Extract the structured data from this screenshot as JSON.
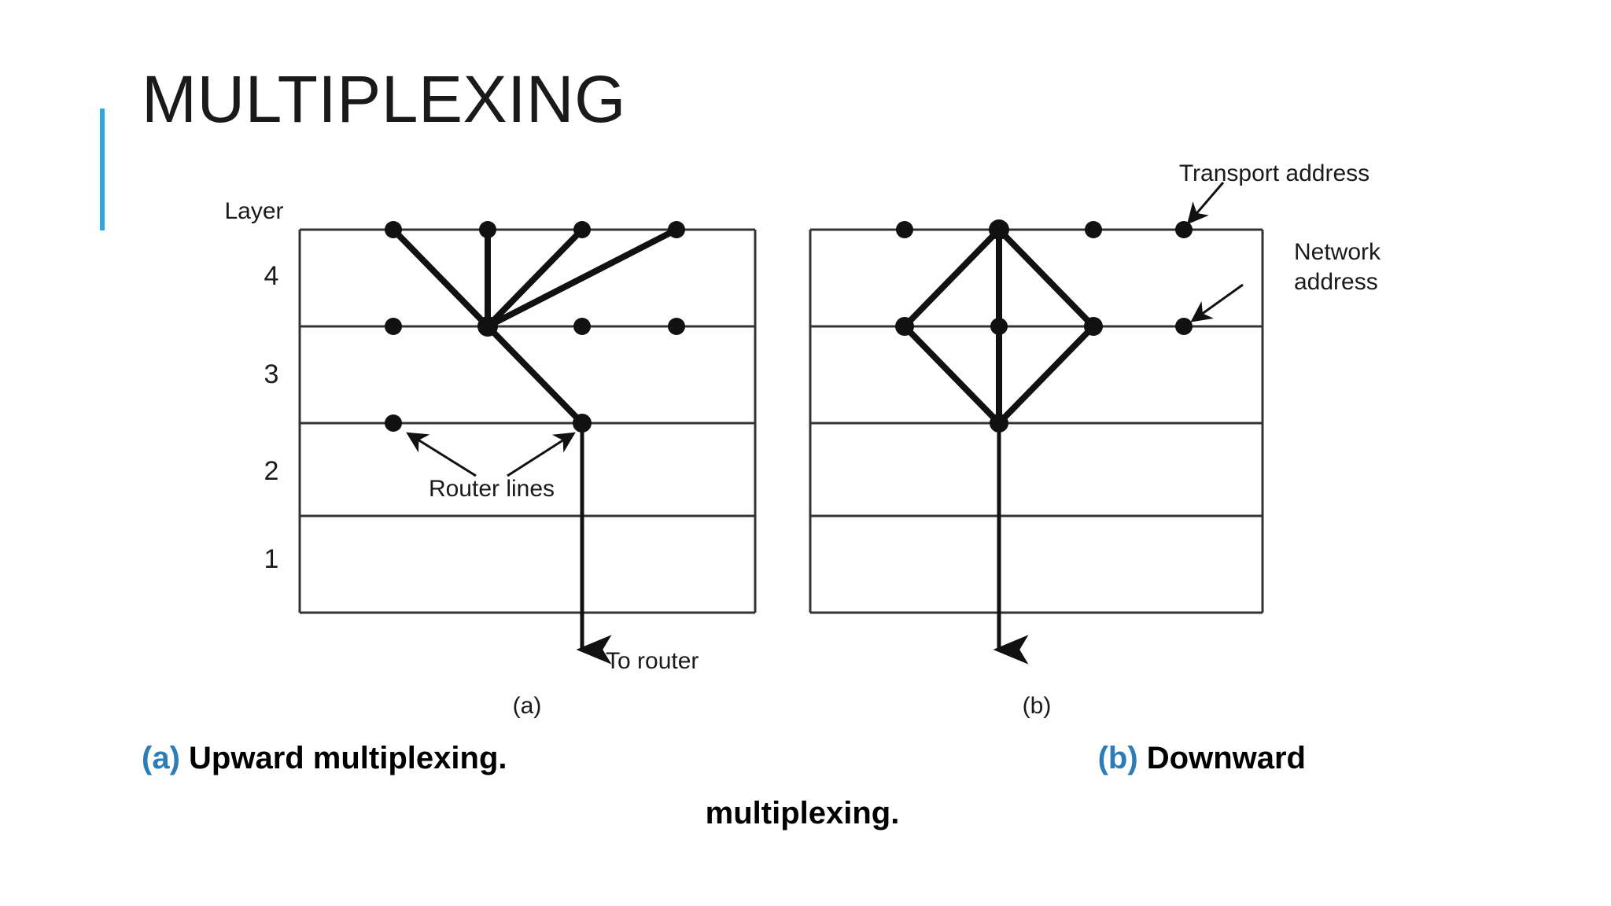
{
  "slide": {
    "title": "MULTIPLEXING",
    "accent_color": "#2BA9E0",
    "caption_tag_color": "#2B7CB8"
  },
  "figure": {
    "axis_label": "Layer",
    "layer_labels": [
      "4",
      "3",
      "2",
      "1"
    ],
    "panel_a": {
      "sublabel": "(a)",
      "annotations": [
        {
          "name": "router-lines-label",
          "text": "Router lines"
        },
        {
          "name": "to-router-label",
          "text": "To router"
        }
      ]
    },
    "panel_b": {
      "sublabel": "(b)",
      "annotations": [
        {
          "name": "transport-address-label",
          "text": "Transport address"
        },
        {
          "name": "network-address-label-line1",
          "text": "Network"
        },
        {
          "name": "network-address-label-line2",
          "text": "address"
        }
      ]
    }
  },
  "caption": {
    "a_tag": "(a)",
    "a_text": "Upward multiplexing.",
    "b_tag": "(b)",
    "b_text": "Downward",
    "second_line": "multiplexing."
  },
  "chart_data": {
    "type": "diagram",
    "title": "Upward and downward multiplexing in the transport layer",
    "panels": [
      {
        "id": "a",
        "label": "(a)",
        "description": "Upward multiplexing. Four transport connections in layer 4 map onto a single network connection in layer 3, which connects to one data-link connection in layer 2 leading to the router.",
        "layers": [
          "4",
          "3",
          "2",
          "1"
        ],
        "nodes_layer4": 4,
        "nodes_layer3": 4,
        "nodes_layer2": 2,
        "edges": "4 upper dots converge to 1 layer-3 dot; that dot runs down-right to a layer-2 dot; that dot runs straight down out of the box to the router arrow.",
        "annotations": [
          "Router lines",
          "To router"
        ]
      },
      {
        "id": "b",
        "label": "(b)",
        "description": "Downward multiplexing. One transport connection in layer 4 uses several network connections in layer 3 (a diamond of three paths) which rejoin at layer 2 and continue to the router.",
        "layers": [
          "4",
          "3",
          "2",
          "1"
        ],
        "nodes_layer4": 4,
        "nodes_layer3": 4,
        "nodes_layer2": 1,
        "edges": "1 layer-4 dot fans out to 3 layer-3 dots (left, centre, right) forming a diamond that reconverges on a single layer-2 dot; then a vertical line continues down out of the box.",
        "annotations": [
          "Transport address",
          "Network address"
        ]
      }
    ]
  }
}
